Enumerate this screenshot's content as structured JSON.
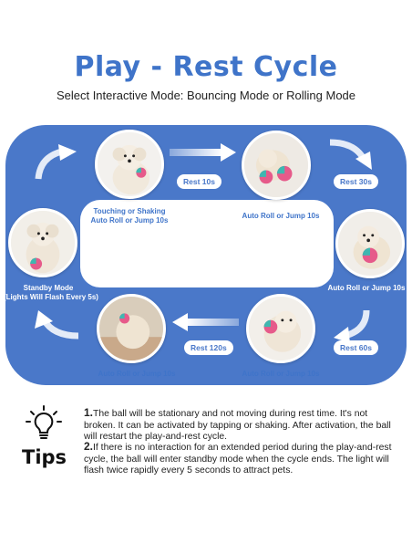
{
  "title": "Play - Rest Cycle",
  "subtitle": "Select Interactive Mode: Bouncing Mode or Rolling Mode",
  "cycle": {
    "step1_caption_line1": "Touching or Shaking",
    "step1_caption_line2": "Auto Roll or Jump 10s",
    "badge_rest10": "Rest 10s",
    "step2_caption": "Auto Roll or Jump 10s",
    "badge_rest30": "Rest 30s",
    "step3_caption": "Auto Roll or Jump 10s",
    "badge_rest60": "Rest 60s",
    "step4_caption": "Auto Roll or Jump 10s",
    "badge_rest120": "Rest 120s",
    "step5_caption": "Auto Roll or Jump 10s",
    "standby_line1": "Standby Mode",
    "standby_line2": "(Lights Will Flash Every 5s)"
  },
  "tips": {
    "label": "Tips",
    "tip1_num": "1.",
    "tip1_text": "The ball will be stationary and not moving during rest time. It's not broken. It can be activated by tapping or shaking. After activation, the ball will restart the play-and-rest cycle.",
    "tip2_num": "2.",
    "tip2_text": "If there is no interaction for an extended period during the play-and-rest cycle, the ball will enter standby mode when the cycle ends. The light will flash twice rapidly every 5 seconds to attract pets."
  },
  "colors": {
    "accent": "#3f74c9",
    "panel": "#4a78c9",
    "ball_pink": "#e65a8a",
    "ball_teal": "#3fb7b0"
  },
  "icons": [
    "lightbulb-icon",
    "arrow-right-icon",
    "arrow-left-icon",
    "arrow-curved-icon",
    "dog-photo",
    "ball-icon"
  ]
}
